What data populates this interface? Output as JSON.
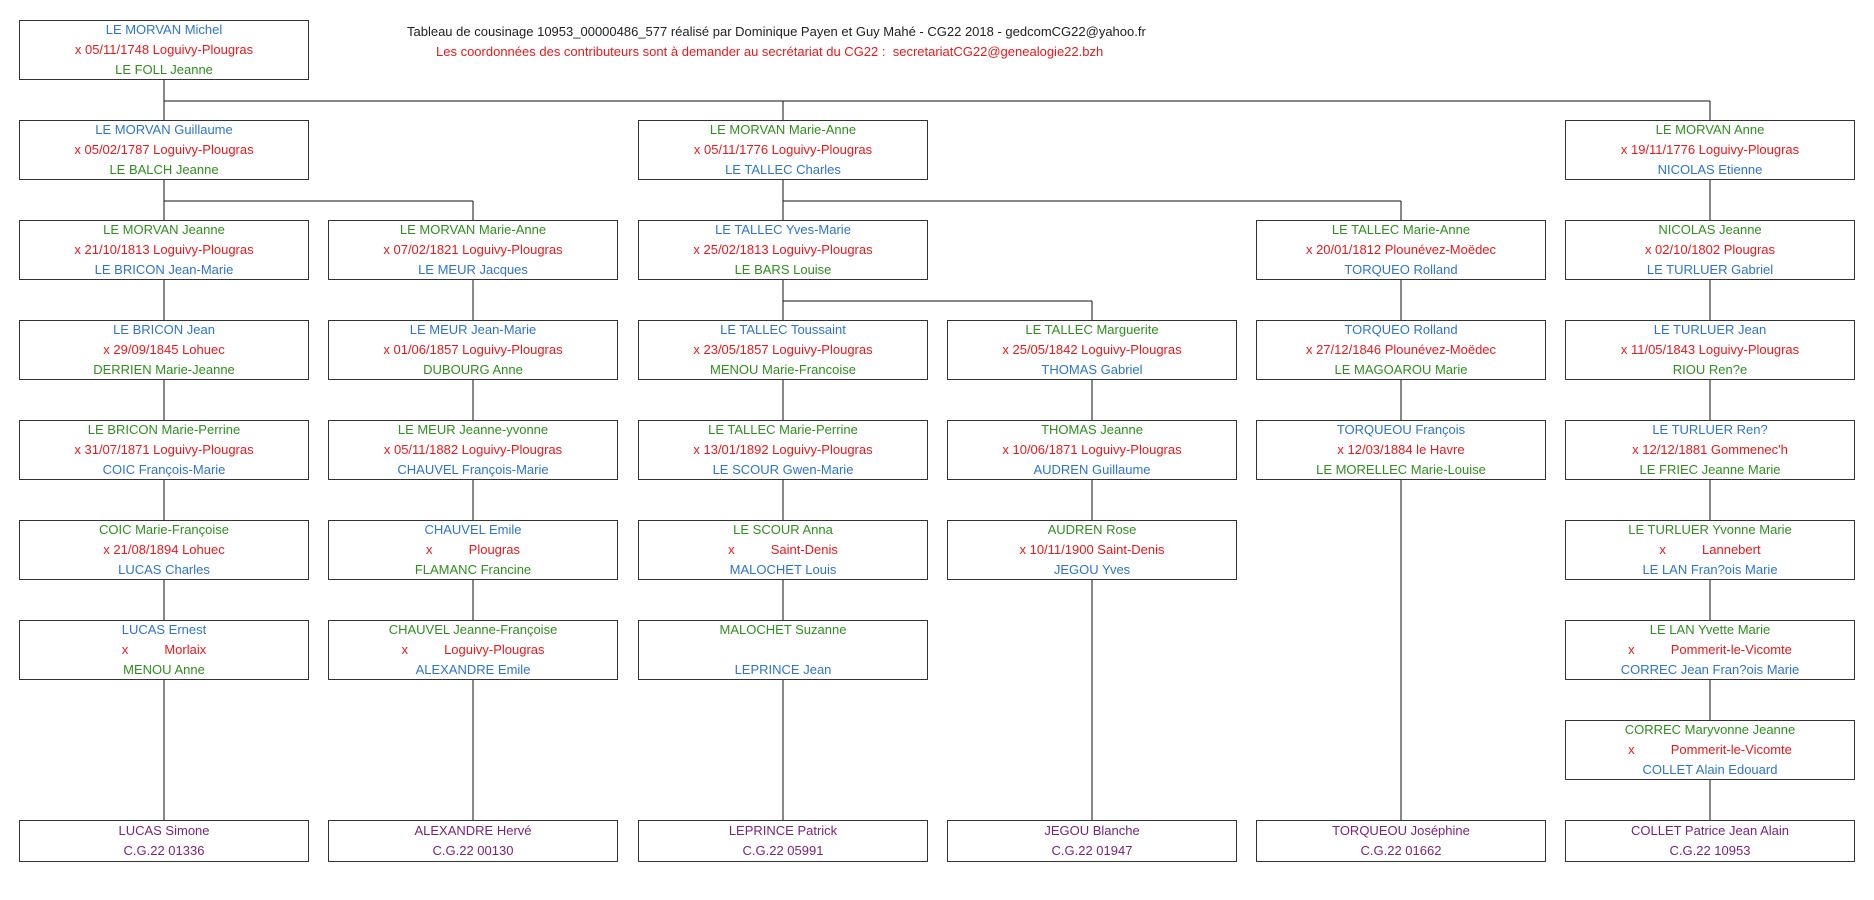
{
  "header": {
    "line1": "Tableau de cousinage 10953_00000486_577 réalisé par Dominique Payen et Guy Mahé - CG22 2018 - gedcomCG22@yahoo.fr",
    "line2": "Les coordonnées des contributeurs sont à demander au secrétariat du CG22 :  secretariatCG22@genealogie22.bzh"
  },
  "colors": {
    "blue": "#2e75c9",
    "red": "#e8191c",
    "green": "#2f8f1e",
    "purple": "#7a237a"
  },
  "boxes": [
    {
      "id": "b0",
      "lines": [
        {
          "t": "LE MORVAN Michel",
          "c": "blue"
        },
        {
          "t": "x 05/11/1748 Loguivy-Plougras",
          "c": "red"
        },
        {
          "t": "LE FOLL Jeanne",
          "c": "green"
        }
      ]
    },
    {
      "id": "g1c1",
      "lines": [
        {
          "t": "LE MORVAN Guillaume",
          "c": "blue"
        },
        {
          "t": "x 05/02/1787 Loguivy-Plougras",
          "c": "red"
        },
        {
          "t": "LE BALCH Jeanne",
          "c": "green"
        }
      ]
    },
    {
      "id": "g1c3",
      "lines": [
        {
          "t": "LE MORVAN Marie-Anne",
          "c": "green"
        },
        {
          "t": "x 05/11/1776 Loguivy-Plougras",
          "c": "red"
        },
        {
          "t": "LE TALLEC Charles",
          "c": "blue"
        }
      ]
    },
    {
      "id": "g1c6",
      "lines": [
        {
          "t": "LE MORVAN Anne",
          "c": "green"
        },
        {
          "t": "x 19/11/1776 Loguivy-Plougras",
          "c": "red"
        },
        {
          "t": "NICOLAS Etienne",
          "c": "blue"
        }
      ]
    },
    {
      "id": "g2c1",
      "lines": [
        {
          "t": "LE MORVAN Jeanne",
          "c": "green"
        },
        {
          "t": "x 21/10/1813 Loguivy-Plougras",
          "c": "red"
        },
        {
          "t": "LE BRICON Jean-Marie",
          "c": "blue"
        }
      ]
    },
    {
      "id": "g2c2",
      "lines": [
        {
          "t": "LE MORVAN Marie-Anne",
          "c": "green"
        },
        {
          "t": "x 07/02/1821 Loguivy-Plougras",
          "c": "red"
        },
        {
          "t": "LE MEUR Jacques",
          "c": "blue"
        }
      ]
    },
    {
      "id": "g2c3",
      "lines": [
        {
          "t": "LE TALLEC Yves-Marie",
          "c": "blue"
        },
        {
          "t": "x 25/02/1813 Loguivy-Plougras",
          "c": "red"
        },
        {
          "t": "LE BARS Louise",
          "c": "green"
        }
      ]
    },
    {
      "id": "g2c5",
      "lines": [
        {
          "t": "LE TALLEC Marie-Anne",
          "c": "green"
        },
        {
          "t": "x 20/01/1812 Plounévez-Moëdec",
          "c": "red"
        },
        {
          "t": "TORQUEO Rolland",
          "c": "blue"
        }
      ]
    },
    {
      "id": "g2c6",
      "lines": [
        {
          "t": "NICOLAS Jeanne",
          "c": "green"
        },
        {
          "t": "x 02/10/1802 Plougras",
          "c": "red"
        },
        {
          "t": "LE TURLUER Gabriel",
          "c": "blue"
        }
      ]
    },
    {
      "id": "g3c1",
      "lines": [
        {
          "t": "LE BRICON Jean",
          "c": "blue"
        },
        {
          "t": "x 29/09/1845 Lohuec",
          "c": "red"
        },
        {
          "t": "DERRIEN Marie-Jeanne",
          "c": "green"
        }
      ]
    },
    {
      "id": "g3c2",
      "lines": [
        {
          "t": "LE MEUR Jean-Marie",
          "c": "blue"
        },
        {
          "t": "x 01/06/1857 Loguivy-Plougras",
          "c": "red"
        },
        {
          "t": "DUBOURG Anne",
          "c": "green"
        }
      ]
    },
    {
      "id": "g3c3",
      "lines": [
        {
          "t": "LE TALLEC Toussaint",
          "c": "blue"
        },
        {
          "t": "x 23/05/1857 Loguivy-Plougras",
          "c": "red"
        },
        {
          "t": "MENOU Marie-Francoise",
          "c": "green"
        }
      ]
    },
    {
      "id": "g3c4",
      "lines": [
        {
          "t": "LE TALLEC Marguerite",
          "c": "green"
        },
        {
          "t": "x 25/05/1842 Loguivy-Plougras",
          "c": "red"
        },
        {
          "t": "THOMAS Gabriel",
          "c": "blue"
        }
      ]
    },
    {
      "id": "g3c5",
      "lines": [
        {
          "t": "TORQUEO Rolland",
          "c": "blue"
        },
        {
          "t": "x 27/12/1846 Plounévez-Moëdec",
          "c": "red"
        },
        {
          "t": "LE MAGOAROU Marie",
          "c": "green"
        }
      ]
    },
    {
      "id": "g3c6",
      "lines": [
        {
          "t": "LE TURLUER Jean",
          "c": "blue"
        },
        {
          "t": "x 11/05/1843 Loguivy-Plougras",
          "c": "red"
        },
        {
          "t": "RIOU Ren?e",
          "c": "green"
        }
      ]
    },
    {
      "id": "g4c1",
      "lines": [
        {
          "t": "LE BRICON Marie-Perrine",
          "c": "green"
        },
        {
          "t": "x 31/07/1871 Loguivy-Plougras",
          "c": "red"
        },
        {
          "t": "COIC François-Marie",
          "c": "blue"
        }
      ]
    },
    {
      "id": "g4c2",
      "lines": [
        {
          "t": "LE MEUR Jeanne-yvonne",
          "c": "green"
        },
        {
          "t": "x 05/11/1882 Loguivy-Plougras",
          "c": "red"
        },
        {
          "t": "CHAUVEL François-Marie",
          "c": "blue"
        }
      ]
    },
    {
      "id": "g4c3",
      "lines": [
        {
          "t": "LE TALLEC Marie-Perrine",
          "c": "green"
        },
        {
          "t": "x 13/01/1892 Loguivy-Plougras",
          "c": "red"
        },
        {
          "t": "LE SCOUR Gwen-Marie",
          "c": "blue"
        }
      ]
    },
    {
      "id": "g4c4",
      "lines": [
        {
          "t": "THOMAS Jeanne",
          "c": "green"
        },
        {
          "t": "x 10/06/1871 Loguivy-Plougras",
          "c": "red"
        },
        {
          "t": "AUDREN Guillaume",
          "c": "blue"
        }
      ]
    },
    {
      "id": "g4c5",
      "lines": [
        {
          "t": "TORQUEOU François",
          "c": "blue"
        },
        {
          "t": "x 12/03/1884 le Havre",
          "c": "red"
        },
        {
          "t": "LE MORELLEC Marie-Louise",
          "c": "green"
        }
      ]
    },
    {
      "id": "g4c6",
      "lines": [
        {
          "t": "LE TURLUER Ren?",
          "c": "blue"
        },
        {
          "t": "x 12/12/1881 Gommenec'h",
          "c": "red"
        },
        {
          "t": "LE FRIEC Jeanne Marie",
          "c": "green"
        }
      ]
    },
    {
      "id": "g5c1",
      "lines": [
        {
          "t": "COIC Marie-Françoise",
          "c": "green"
        },
        {
          "t": "x 21/08/1894 Lohuec",
          "c": "red"
        },
        {
          "t": "LUCAS Charles",
          "c": "blue"
        }
      ]
    },
    {
      "id": "g5c2",
      "lines": [
        {
          "t": "CHAUVEL Emile",
          "c": "blue"
        },
        {
          "t": "x          Plougras",
          "c": "red"
        },
        {
          "t": "FLAMANC Francine",
          "c": "green"
        }
      ]
    },
    {
      "id": "g5c3",
      "lines": [
        {
          "t": "LE SCOUR Anna",
          "c": "green"
        },
        {
          "t": "x          Saint-Denis",
          "c": "red"
        },
        {
          "t": "MALOCHET Louis",
          "c": "blue"
        }
      ]
    },
    {
      "id": "g5c4",
      "lines": [
        {
          "t": "AUDREN Rose",
          "c": "green"
        },
        {
          "t": "x 10/11/1900 Saint-Denis",
          "c": "red"
        },
        {
          "t": "JEGOU Yves",
          "c": "blue"
        }
      ]
    },
    {
      "id": "g5c6",
      "lines": [
        {
          "t": "LE TURLUER Yvonne Marie",
          "c": "green"
        },
        {
          "t": "x          Lannebert",
          "c": "red"
        },
        {
          "t": "LE LAN Fran?ois Marie",
          "c": "blue"
        }
      ]
    },
    {
      "id": "g6c1",
      "lines": [
        {
          "t": "LUCAS Ernest",
          "c": "blue"
        },
        {
          "t": "x          Morlaix",
          "c": "red"
        },
        {
          "t": "MENOU Anne",
          "c": "green"
        }
      ]
    },
    {
      "id": "g6c2",
      "lines": [
        {
          "t": "CHAUVEL Jeanne-Françoise",
          "c": "green"
        },
        {
          "t": "x          Loguivy-Plougras",
          "c": "red"
        },
        {
          "t": "ALEXANDRE Emile",
          "c": "blue"
        }
      ]
    },
    {
      "id": "g6c3",
      "lines": [
        {
          "t": "MALOCHET Suzanne",
          "c": "green"
        },
        {
          "t": "",
          "c": "red"
        },
        {
          "t": "LEPRINCE Jean",
          "c": "blue"
        }
      ]
    },
    {
      "id": "g6c6",
      "lines": [
        {
          "t": "LE LAN Yvette Marie",
          "c": "green"
        },
        {
          "t": "x          Pommerit-le-Vicomte",
          "c": "red"
        },
        {
          "t": "CORREC Jean Fran?ois Marie",
          "c": "blue"
        }
      ]
    },
    {
      "id": "g7c6",
      "lines": [
        {
          "t": "CORREC Maryvonne Jeanne",
          "c": "green"
        },
        {
          "t": "x          Pommerit-le-Vicomte",
          "c": "red"
        },
        {
          "t": "COLLET Alain Edouard",
          "c": "blue"
        }
      ]
    },
    {
      "id": "f1",
      "lines": [
        {
          "t": "LUCAS Simone",
          "c": "purple"
        },
        {
          "t": "C.G.22 01336",
          "c": "purple"
        }
      ]
    },
    {
      "id": "f2",
      "lines": [
        {
          "t": "ALEXANDRE Hervé",
          "c": "purple"
        },
        {
          "t": "C.G.22 00130",
          "c": "purple"
        }
      ]
    },
    {
      "id": "f3",
      "lines": [
        {
          "t": "LEPRINCE Patrick",
          "c": "purple"
        },
        {
          "t": "C.G.22 05991",
          "c": "purple"
        }
      ]
    },
    {
      "id": "f4",
      "lines": [
        {
          "t": "JEGOU Blanche",
          "c": "purple"
        },
        {
          "t": "C.G.22 01947",
          "c": "purple"
        }
      ]
    },
    {
      "id": "f5",
      "lines": [
        {
          "t": "TORQUEOU Joséphine",
          "c": "purple"
        },
        {
          "t": "C.G.22 01662",
          "c": "purple"
        }
      ]
    },
    {
      "id": "f6",
      "lines": [
        {
          "t": "COLLET Patrice Jean Alain",
          "c": "purple"
        },
        {
          "t": "C.G.22 10953",
          "c": "purple"
        }
      ]
    }
  ]
}
